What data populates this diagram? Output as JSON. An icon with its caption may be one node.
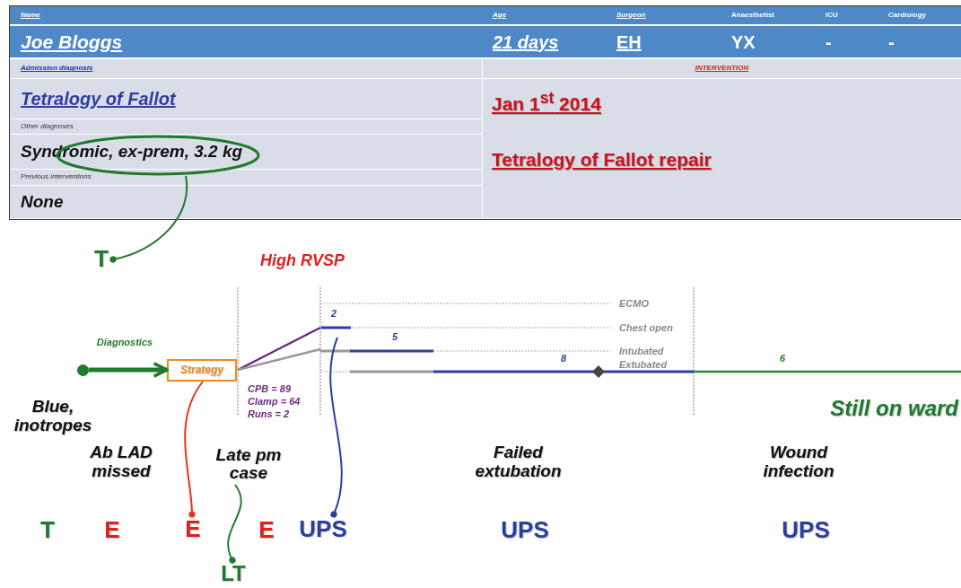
{
  "diagram": {
    "nodes": [
      {
        "text": [],
        "shape": "ellipse"
      },
      {
        "text": [
          "T"
        ]
      },
      {
        "text": [],
        "shape": "circle"
      },
      {
        "text": [
          "Strategy"
        ]
      },
      {
        "text": [
          "Late pm case"
        ]
      },
      {
        "text": [
          "E"
        ]
      },
      {
        "text": [
          "UPS"
        ]
      },
      {
        "text": [
          "LT"
        ]
      }
    ],
    "edges": [
      {
        "from": 0,
        "to": 1,
        "arrow": "other"
      },
      {
        "from": 2,
        "to": 3,
        "arrow": "to",
        "label": "Diagnostics",
        "style": "thick"
      },
      {
        "from": 3,
        "to": 5,
        "arrow": "other",
        "color": "#e8321e"
      },
      {
        "from": 4,
        "to": 7,
        "arrow": "other"
      },
      {
        "from": null,
        "to": 6,
        "arrow": "other",
        "color": "#2a3fa0"
      }
    ],
    "labels": [
      "Name",
      "Age",
      "Surgeon",
      "Anaesthetist",
      "ICU",
      "Cardiology",
      "Joe Bloggs",
      "21 days",
      "EH",
      "YX",
      "-",
      "-",
      "Admission diagnosis",
      "INTERVENTION",
      "Tetralogy of Fallot",
      "Jan 1$^{st}$ 2014",
      "Other diagnoses",
      "Syndromic, ex-prem, 3.2 kg",
      "Tetralogy of Fallot repair",
      "Previous interventions",
      "None",
      "High RVSP",
      "2",
      "ECMO",
      "Chest open",
      "5",
      "Intubated",
      "8",
      "6",
      "Extubated",
      "Blue, inotropes",
      "CPB = 89",
      "Clamp = 64",
      "Runs = 2",
      "Still on ward",
      "Ab LAD missed",
      "Failed extubation",
      "Wound infection",
      "T",
      "E",
      "E",
      "UPS",
      "UPS"
    ]
  }
}
